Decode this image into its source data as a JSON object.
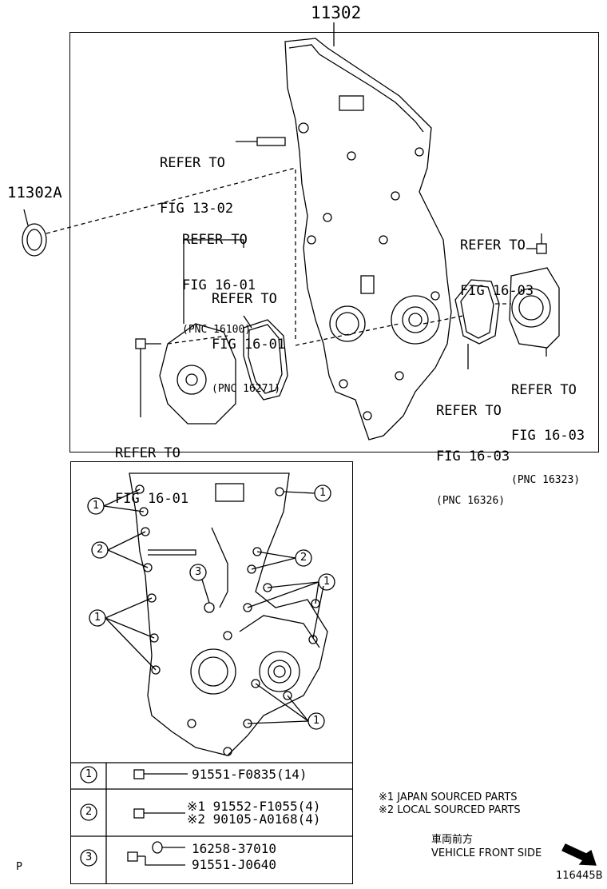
{
  "top_part_number": "11302",
  "seal_part_number": "11302A",
  "refs": {
    "fig_13_02": {
      "line1": "REFER TO",
      "line2": "FIG 13-02"
    },
    "fig_16_01_pnc_16100": {
      "line1": "REFER TO",
      "line2": "FIG 16-01",
      "pnc": "(PNC 16100)"
    },
    "fig_16_01_pnc_16271": {
      "line1": "REFER TO",
      "line2": "FIG 16-01",
      "pnc": "(PNC 16271)"
    },
    "fig_16_01_pump": {
      "line1": "REFER TO",
      "line2": "FIG 16-01"
    },
    "fig_16_03_bolt": {
      "line1": "REFER TO",
      "line2": "FIG 16-03"
    },
    "fig_16_03_pnc_16323": {
      "line1": "REFER TO",
      "line2": "FIG 16-03",
      "pnc": "(PNC 16323)"
    },
    "fig_16_03_pnc_16326": {
      "line1": "REFER TO",
      "line2": "FIG 16-03",
      "pnc": "(PNC 16326)"
    }
  },
  "callouts": {
    "one": "1",
    "two": "2",
    "three": "3"
  },
  "table": {
    "row1": {
      "num": "1",
      "part": "91551-F0835(14)"
    },
    "row2": {
      "num": "2",
      "part_a": "※1 91552-F1055(4)",
      "part_b": "※2 90105-A0168(4)"
    },
    "row3": {
      "num": "3",
      "part_a": "16258-37010",
      "part_b": "91551-J0640"
    }
  },
  "notes": {
    "japan": "※1 JAPAN SOURCED PARTS",
    "local": "※2 LOCAL SOURCED PARTS"
  },
  "direction": {
    "jp": "車両前方",
    "en": "VEHICLE FRONT SIDE"
  },
  "page_letter": "P",
  "figure_id": "116445B"
}
